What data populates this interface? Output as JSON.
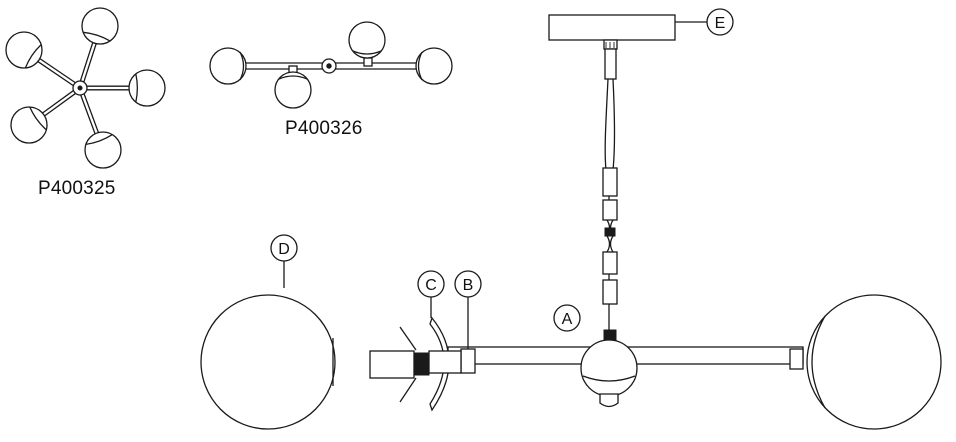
{
  "models": {
    "five_arm": "P400325",
    "linear": "P400326"
  },
  "callouts": {
    "a": "A",
    "b": "B",
    "c": "C",
    "d": "D",
    "e": "E"
  }
}
